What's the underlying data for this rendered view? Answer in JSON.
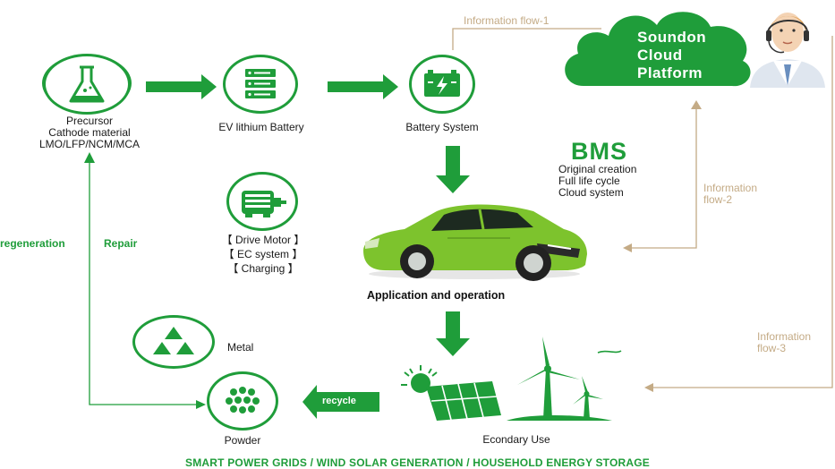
{
  "colors": {
    "green": "#1f9d3a",
    "tan": "#c4ab86",
    "cloud": "#1f9d3a",
    "text": "#1a1a1a"
  },
  "cloud": {
    "title_line1": "Soundon",
    "title_line2": "Cloud",
    "title_line3": "Platform"
  },
  "flows": {
    "flow1": "Information flow-1",
    "flow2_line1": "Information",
    "flow2_line2": "flow-2",
    "flow3_line1": "Information",
    "flow3_line2": "flow-3"
  },
  "nodes": {
    "precursor": {
      "line1": "Precursor",
      "line2": "Cathode material",
      "line3": "LMO/LFP/NCM/MCA",
      "icon": "flask-icon"
    },
    "ev_battery": {
      "label": "EV lithium Battery",
      "icon": "server-stack-icon"
    },
    "battery_system": {
      "label": "Battery System",
      "icon": "battery-icon"
    },
    "motor": {
      "line1": "【 Drive Motor 】",
      "line2": "【 EC system 】",
      "line3": "【 Charging 】",
      "icon": "motor-icon"
    },
    "application": {
      "label": "Application and operation"
    },
    "metal": {
      "label": "Metal",
      "icon": "ingot-pile-icon"
    },
    "powder": {
      "label": "Powder",
      "icon": "powder-dots-icon"
    },
    "secondary_use": {
      "label": "Econdary Use",
      "icon": "wind-solar-icon"
    }
  },
  "bms": {
    "title": "BMS",
    "line1": "Original creation",
    "line2": "Full life cycle",
    "line3": "Cloud system"
  },
  "side": {
    "regeneration": "regeneration",
    "repair": "Repair"
  },
  "recycle": {
    "label": "recycle"
  },
  "footer": {
    "text": "SMART  POWER GRIDS / WIND SOLAR GENERATION / HOUSEHOLD ENERGY STORAGE"
  }
}
